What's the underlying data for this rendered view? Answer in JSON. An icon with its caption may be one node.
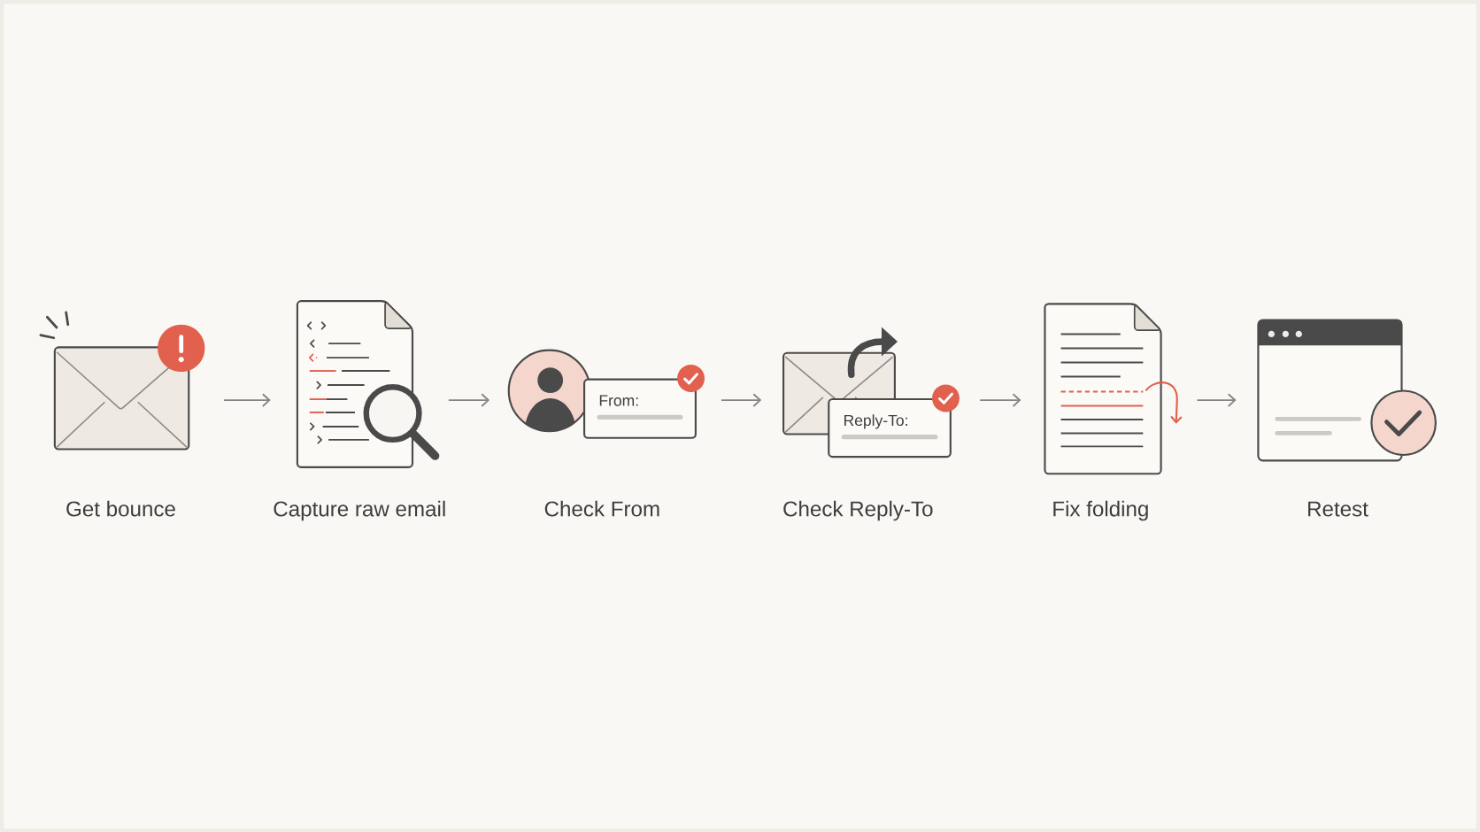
{
  "diagram": {
    "nodes": [
      {
        "text": [
          "Get bounce"
        ]
      },
      {
        "text": [
          "Capture raw email"
        ]
      },
      {
        "text": [
          "From:",
          "Check From"
        ]
      },
      {
        "text": [
          "Reply-To:",
          "Check Reply-To"
        ]
      },
      {
        "text": [
          "Fix folding"
        ]
      },
      {
        "text": [
          "Retest"
        ]
      }
    ],
    "edges": [
      {
        "from": 0,
        "to": 1,
        "arrow": "to"
      },
      {
        "from": 1,
        "to": 2,
        "arrow": "to"
      },
      {
        "from": 2,
        "to": 3,
        "arrow": "to"
      },
      {
        "from": 3,
        "to": 4,
        "arrow": "to"
      },
      {
        "from": 4,
        "to": 5,
        "arrow": "to"
      }
    ]
  }
}
